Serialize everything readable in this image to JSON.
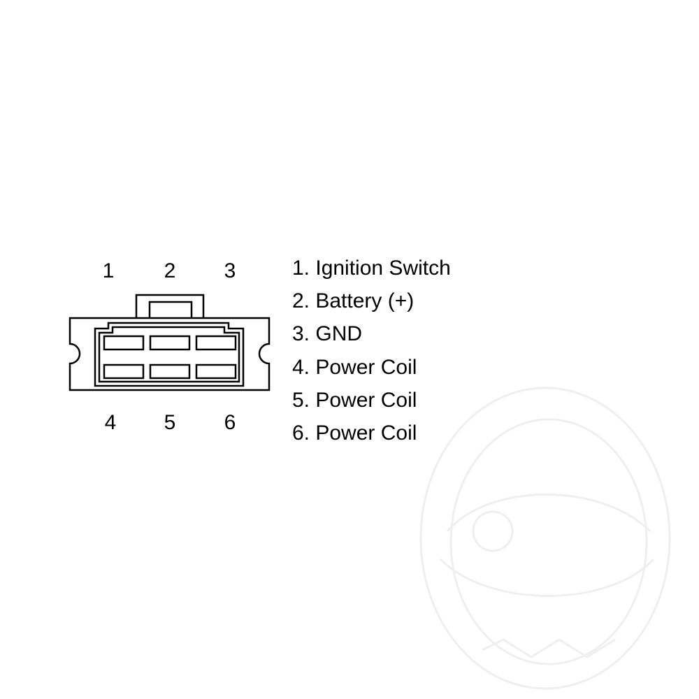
{
  "connector": {
    "top_pin_numbers": [
      "1",
      "2",
      "3"
    ],
    "bottom_pin_numbers": [
      "4",
      "5",
      "6"
    ]
  },
  "legend": {
    "items": [
      "1. Ignition Switch",
      "2. Battery (+)",
      "3. GND",
      "4. Power Coil",
      "5. Power Coil",
      "6. Power Coil"
    ]
  },
  "colors": {
    "line": "#000000",
    "background": "#ffffff",
    "watermark": "#eeeeee"
  },
  "icons": {
    "connector": "six-pin-connector-icon",
    "watermark": "faint-logo-watermark-icon"
  }
}
